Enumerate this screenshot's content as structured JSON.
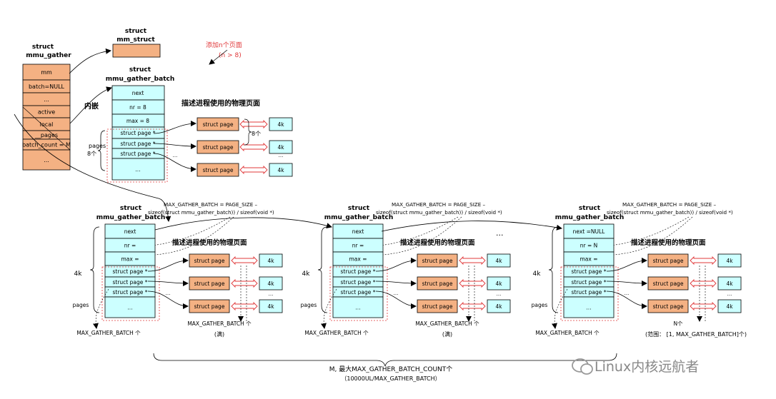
{
  "mmu_gather": {
    "title_line1": "struct",
    "title_line2": "mmu_gather",
    "fields": [
      "mm",
      "batch=NULL",
      "...",
      "active",
      "local",
      "__pages",
      "batch_count = M",
      "..."
    ]
  },
  "mm_struct": {
    "title_line1": "struct",
    "title_line2": "mm_struct"
  },
  "add_note": {
    "line1": "添加n个页面",
    "line2": "(n > 8)"
  },
  "embed_label": "内嵌",
  "local_batch": {
    "title_line1": "struct",
    "title_line2": "mmu_gather_batch",
    "fields": [
      "next",
      "nr = 8",
      "max = 8",
      "struct page *",
      "struct page *",
      "struct page *",
      "..."
    ],
    "pages_label": "pages",
    "count_label": "8个",
    "desc": "描述进程使用的物理页面",
    "page_label": "struct page",
    "size_label": "4k",
    "right_count": "8个",
    "dots": "..."
  },
  "batches": [
    {
      "title_line1": "struct",
      "title_line2": "mmu_gather_batch",
      "formula_line1": "MAX_GATHER_BATCH = PAGE_SIZE –",
      "formula_line2": "sizeof(struct mmu_gather_batch)) / sizeof(void *)",
      "fields": [
        "next",
        "nr =",
        "max =",
        "struct page *",
        "struct page *",
        "struct page *",
        "..."
      ],
      "desc": "描述进程使用的物理页面",
      "size_side": "4k",
      "pages_label": "pages",
      "bottom_left": "MAX_GATHER_BATCH 个",
      "bottom_right": "MAX_GATHER_BATCH 个",
      "note": "(满)"
    },
    {
      "title_line1": "struct",
      "title_line2": "mmu_gather_batch",
      "formula_line1": "MAX_GATHER_BATCH = PAGE_SIZE –",
      "formula_line2": "sizeof(struct mmu_gather_batch)) / sizeof(void *)",
      "fields": [
        "next",
        "nr =",
        "max =",
        "struct page *",
        "struct page *",
        "struct page *",
        "..."
      ],
      "desc": "描述进程使用的物理页面",
      "size_side": "4k",
      "pages_label": "pages",
      "bottom_left": "MAX_GATHER_BATCH 个",
      "bottom_right": "MAX_GATHER_BATCH 个",
      "note": "(满)"
    },
    {
      "title_line1": "struct",
      "title_line2": "mmu_gather_batch",
      "formula_line1": "MAX_GATHER_BATCH = PAGE_SIZE –",
      "formula_line2": "sizeof(struct mmu_gather_batch)) / sizeof(void *)",
      "fields": [
        "next =NULL",
        "nr = N",
        "max =",
        "struct page *",
        "struct page *",
        "struct page *",
        "..."
      ],
      "desc": "描述进程使用的物理页面",
      "size_side": "4k",
      "pages_label": "pages",
      "bottom_left": "MAX_GATHER_BATCH 个",
      "bottom_right": "N个",
      "note": "(范围： [1, MAX_GATHER_BATCH]个)"
    }
  ],
  "page_label": "struct page",
  "size_label": "4k",
  "dots": "...",
  "chain_dots": "...",
  "bottom_total": {
    "line1": "M, 最大MAX_GATHER_BATCH_COUNT个",
    "line2": "（10000UL/MAX_GATHER_BATCH）"
  },
  "watermark": "Linux内核远航者",
  "colors": {
    "orange": "#F4B183",
    "cyan": "#CCFFFF",
    "red": "#E0383A",
    "line": "#000000"
  }
}
